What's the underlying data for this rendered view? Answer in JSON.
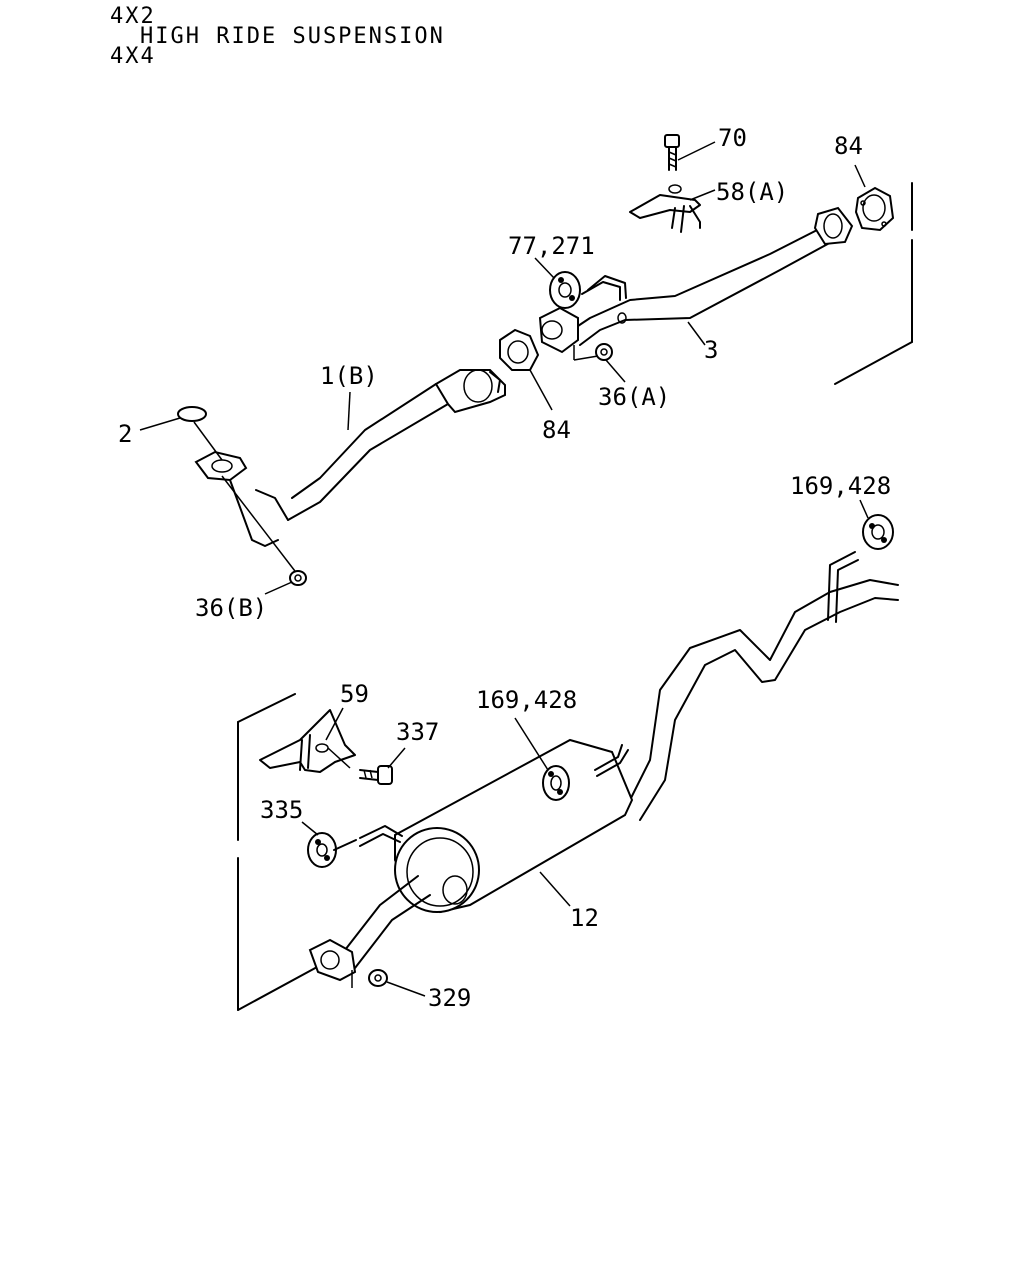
{
  "header": {
    "line1": "4X2",
    "line2": "HIGH RIDE SUSPENSION",
    "line3": "4X4"
  },
  "callouts": {
    "p70": "70",
    "p84_top": "84",
    "p58a": "58(A)",
    "p77_271": "77,271",
    "p3": "3",
    "p36a": "36(A)",
    "p84_mid": "84",
    "p1b": "1(B)",
    "p2": "2",
    "p36b": "36(B)",
    "p169_428_right": "169,428",
    "p59": "59",
    "p337": "337",
    "p169_428_mid": "169,428",
    "p335": "335",
    "p12": "12",
    "p329": "329"
  }
}
